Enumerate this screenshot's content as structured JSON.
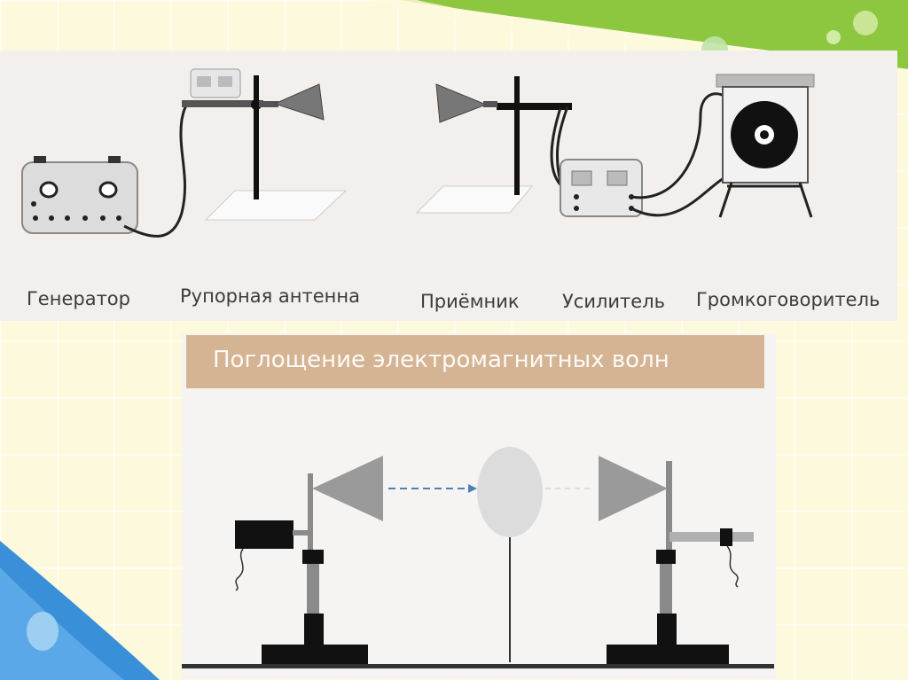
{
  "top_panel": {
    "labels": {
      "generator": "Генератор",
      "horn_antenna": "Рупорная антенна",
      "receiver": "Приёмник",
      "amplifier": "Усилитель",
      "loudspeaker": "Громкоговоритель"
    }
  },
  "bottom_panel": {
    "title": "Поглощение электромагнитных волн"
  },
  "colors": {
    "accent_green": "#8dc63f",
    "accent_blue": "#3a8fd9",
    "title_bar": "#d5b494",
    "arrow": "#4f7fb8"
  }
}
